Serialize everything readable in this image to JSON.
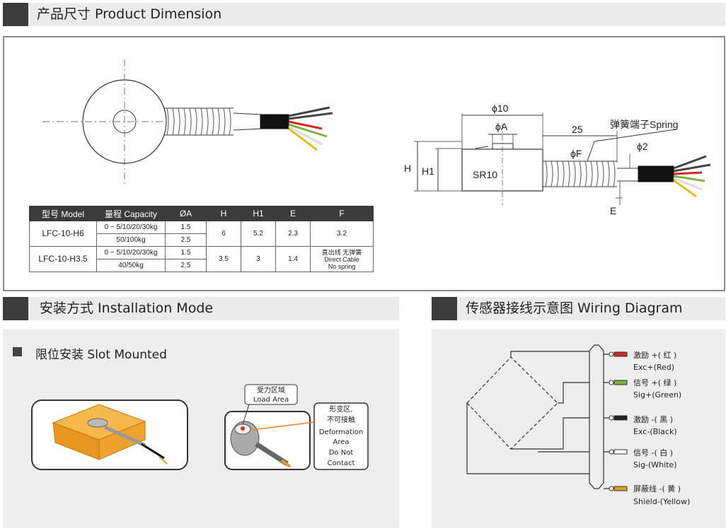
{
  "headers": {
    "product_dimension": "产品尺寸 Product Dimension",
    "installation_mode": "安装方式 Installation Mode",
    "wiring_diagram": "传感器接线示意图  Wiring Diagram"
  },
  "dimension_labels": {
    "d10": "ϕ10",
    "dA": "ϕA",
    "l25": "25",
    "spring": "弹簧端子Spring",
    "dF": "ϕF",
    "d2": "ϕ2",
    "H": "H",
    "H1": "H1",
    "SR10": "SR10",
    "E": "E"
  },
  "table": {
    "headers": [
      "型号 Model",
      "量程 Capacity",
      "ØA",
      "H",
      "H1",
      "E",
      "F"
    ],
    "rows": [
      {
        "model": "LFC-10-H6",
        "cap1": "0 ~ 5/10/20/30kg",
        "a1": "1.5",
        "cap2": "50/100kg",
        "a2": "2.5",
        "H": "6",
        "H1": "5.2",
        "E": "2.3",
        "F": "3.2"
      },
      {
        "model": "LFC-10-H3.5",
        "cap1": "0 ~ 5/10/20/30kg",
        "a1": "1.5",
        "cap2": "40/50kg",
        "a2": "2.5",
        "H": "3.5",
        "H1": "3",
        "E": "1.4",
        "F1": "直出线 无弹簧",
        "F2": "Direct Cable",
        "F3": "No spring"
      }
    ]
  },
  "installation": {
    "bullet": "限位安装 Slot Mounted",
    "load_area_cn": "受力区域",
    "load_area_en": "Load Area",
    "deform_cn1": "形变区,",
    "deform_cn2": "不可接触",
    "deform_en1": "Deformation",
    "deform_en2": "Area",
    "deform_en3": "Do Not",
    "deform_en4": "Contact"
  },
  "wiring": {
    "wires": [
      {
        "cn": "激励 +( 红 )",
        "en": "Exc+(Red)",
        "color": "#d62828"
      },
      {
        "cn": "信号 +( 绿 )",
        "en": "Sig+(Green)",
        "color": "#7cb342"
      },
      {
        "cn": "激励 -( 黑 )",
        "en": "Exc-(Black)",
        "color": "#222222"
      },
      {
        "cn": "信号 -( 白 )",
        "en": "Sig-(White)",
        "color": "#ffffff"
      },
      {
        "cn": "屏蔽线 -( 黄 )",
        "en": "Shield-(Yellow)",
        "color": "#e0a020"
      }
    ]
  },
  "colors": {
    "header_bg": "#ebebeb",
    "header_block": "#3c3c3c",
    "orange": "#f0a22e"
  }
}
